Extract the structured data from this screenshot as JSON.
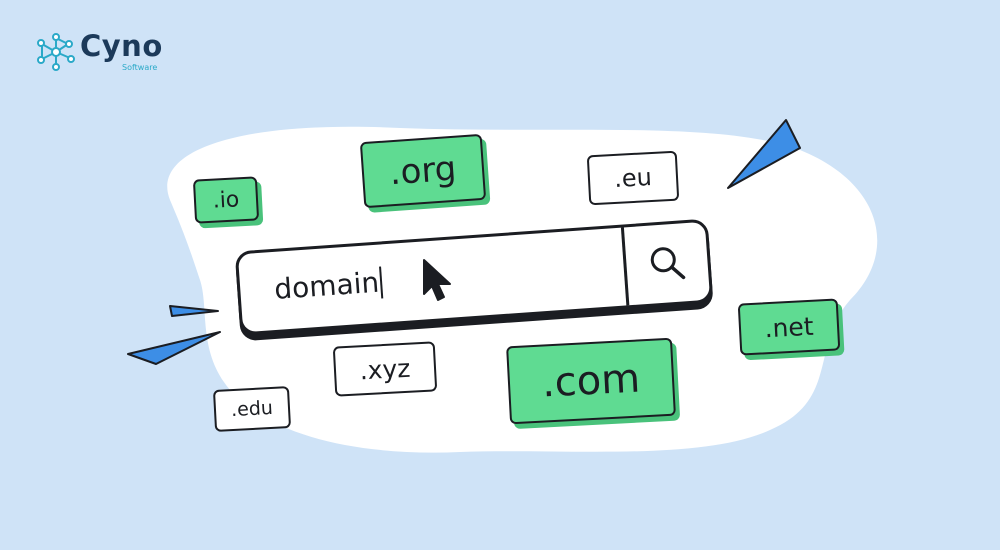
{
  "logo": {
    "name": "Cyno",
    "tagline": "Software",
    "icon": "molecule-icon",
    "accent_color": "#2aa9c8",
    "text_color": "#1c3a5a"
  },
  "search": {
    "value": "domain",
    "button_icon": "search-icon"
  },
  "tags": {
    "io": ".io",
    "org": ".org",
    "eu": ".eu",
    "net": ".net",
    "com": ".com",
    "xyz": ".xyz",
    "edu": ".edu"
  },
  "colors": {
    "background": "#cfe3f7",
    "tag_green": "#5fdb92",
    "outline": "#1b1d22",
    "accent_blue": "#3d8ee6"
  },
  "decorations": [
    "pointer-cursor-icon",
    "triangle-accent-icon"
  ]
}
